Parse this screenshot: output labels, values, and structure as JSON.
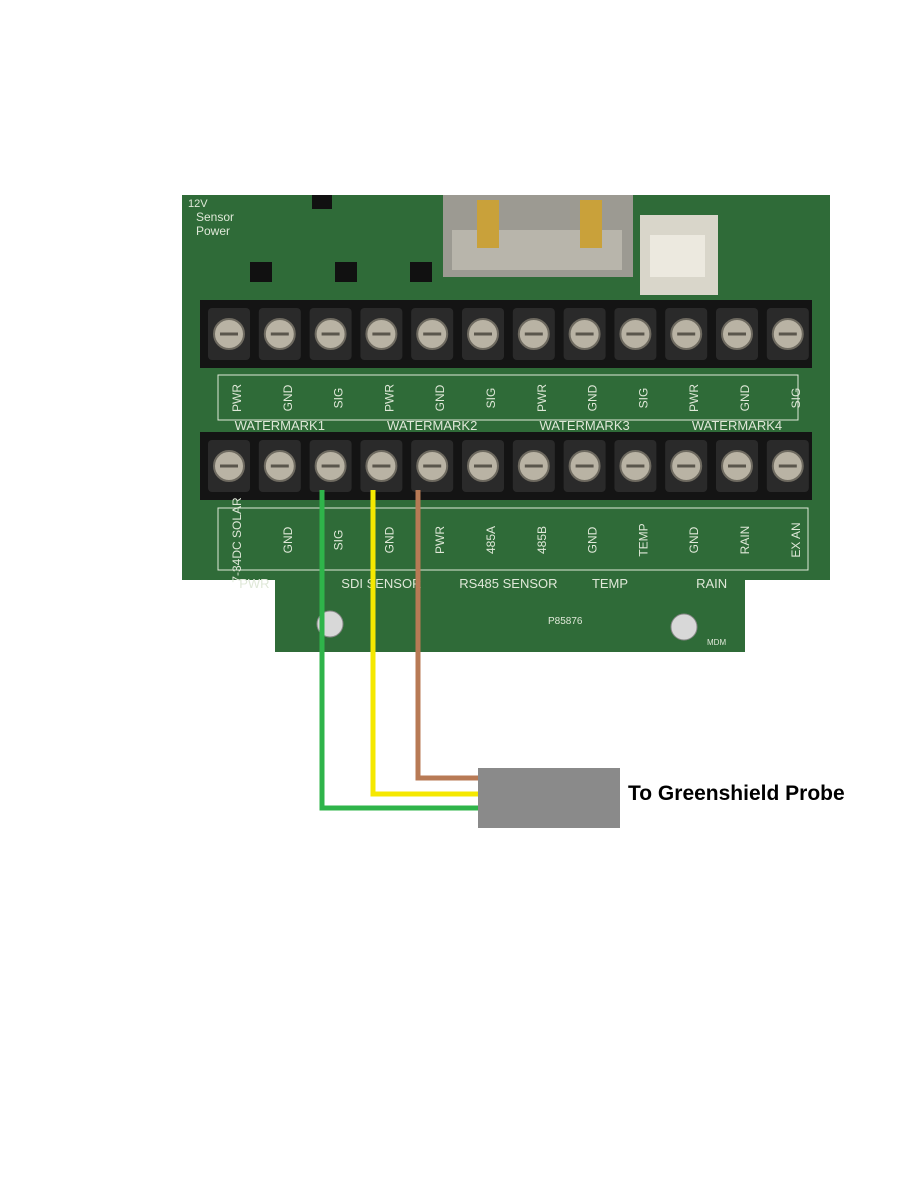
{
  "board": {
    "silkscreen_top_left": [
      "12V",
      "Sensor",
      "Power"
    ],
    "part_id": "P85876",
    "maker_mark": "MDM",
    "top_row_labels": [
      "PWR",
      "GND",
      "SIG",
      "PWR",
      "GND",
      "SIG",
      "PWR",
      "GND",
      "SIG",
      "PWR",
      "GND",
      "SIG"
    ],
    "top_groups": [
      "WATERMARK1",
      "WATERMARK2",
      "WATERMARK3",
      "WATERMARK4"
    ],
    "bottom_row_labels": [
      "7-34DC SOLAR",
      "GND",
      "SIG",
      "GND",
      "PWR",
      "485A",
      "485B",
      "GND",
      "TEMP",
      "GND",
      "RAIN",
      "EX AN"
    ],
    "bottom_groups": [
      "PWR",
      "SDI SENSOR",
      "RS485 SENSOR",
      "TEMP",
      "RAIN"
    ],
    "colors": {
      "pcb": "#2f6b38",
      "silk": "#dfe8d8",
      "terminal_block": "#141414",
      "screw": "#b9b3a4"
    }
  },
  "wires": [
    {
      "terminal": "SIG",
      "color": "#2fb44a"
    },
    {
      "terminal": "GND",
      "color": "#f5e800"
    },
    {
      "terminal": "PWR",
      "color": "#b87a55"
    }
  ],
  "probe": {
    "label": "To Greenshield Probe",
    "box_color": "#8a8a8a"
  }
}
